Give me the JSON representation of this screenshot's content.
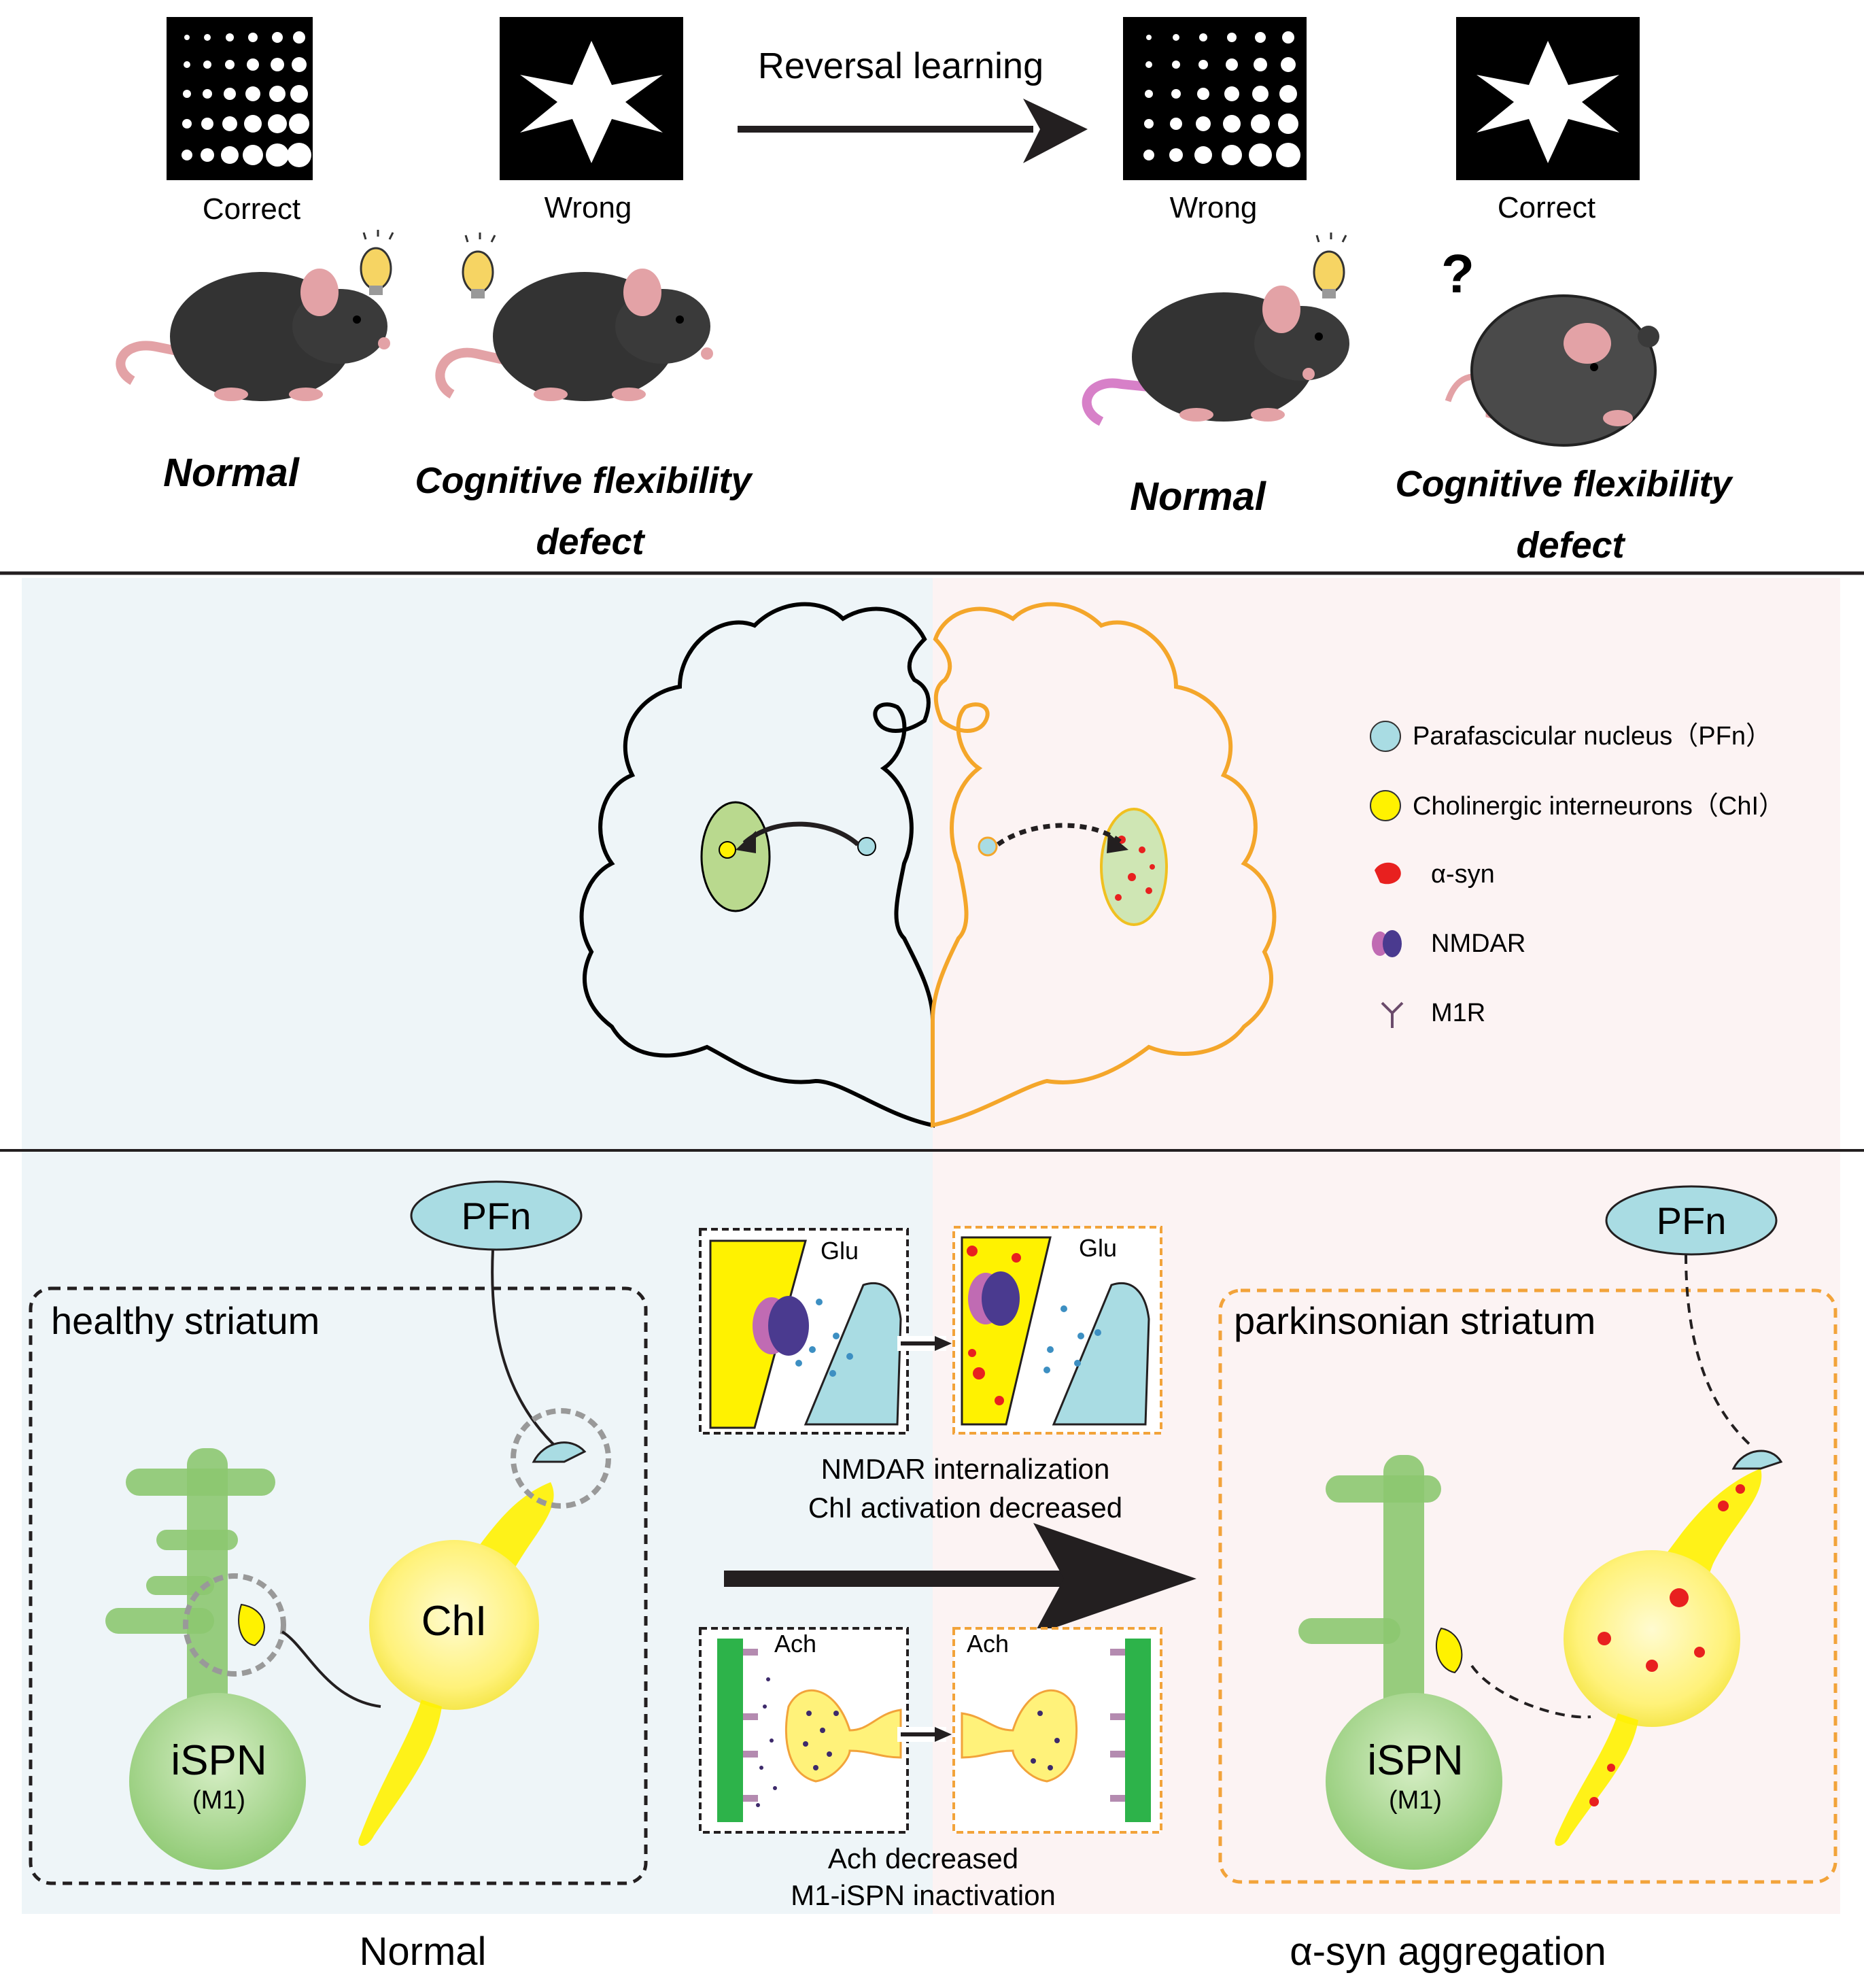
{
  "top": {
    "arrow_label": "Reversal learning",
    "left_pair": {
      "dots_label": "Correct",
      "star_label": "Wrong",
      "mouse1_label": "Normal",
      "mouse2_label_line1": "Cognitive flexibility",
      "mouse2_label_line2": "defect"
    },
    "right_pair": {
      "dots_label": "Wrong",
      "star_label": "Correct",
      "mouse1_label": "Normal",
      "mouse2_label_line1": "Cognitive flexibility",
      "mouse2_label_line2": "defect",
      "question_mark": "?"
    }
  },
  "legend": {
    "items": [
      {
        "label": "Parafascicular nucleus（PFn）",
        "icon": "cyan-circle-icon",
        "color": "#a9dce3"
      },
      {
        "label": "Cholinergic interneurons（ChI）",
        "icon": "yellow-circle-icon",
        "color": "#fff200"
      },
      {
        "label": "α-syn",
        "icon": "red-blob-icon",
        "color": "#e8201f"
      },
      {
        "label": "NMDAR",
        "icon": "nmdar-receptor-icon",
        "color": "#5b3c8f"
      },
      {
        "label": "M1R",
        "icon": "m1r-receptor-icon",
        "color": "#b48bb0"
      }
    ]
  },
  "bottom": {
    "healthy_box_label": "healthy striatum",
    "parkinsonian_box_label": "parkinsonian striatum",
    "pfn_label": "PFn",
    "chi_label": "ChI",
    "ispn_label": "iSPN",
    "ispn_sub": "(M1)",
    "glu_label": "Glu",
    "ach_label": "Ach",
    "caption_top_line1": "NMDAR internalization",
    "caption_top_line2": "ChI activation decreased",
    "caption_bottom_line1": "Ach decreased",
    "caption_bottom_line2": "M1-iSPN inactivation",
    "footer_left": "Normal",
    "footer_right": "α-syn aggregation"
  },
  "colors": {
    "normal_panel": "#eef5f8",
    "syn_panel": "#fcf3f3",
    "pfn": "#a9dce3",
    "chi_yellow": "#fff200",
    "spn_green": "#8cc870",
    "syn_red": "#e8201f",
    "dashed_orange": "#f2a33a"
  }
}
